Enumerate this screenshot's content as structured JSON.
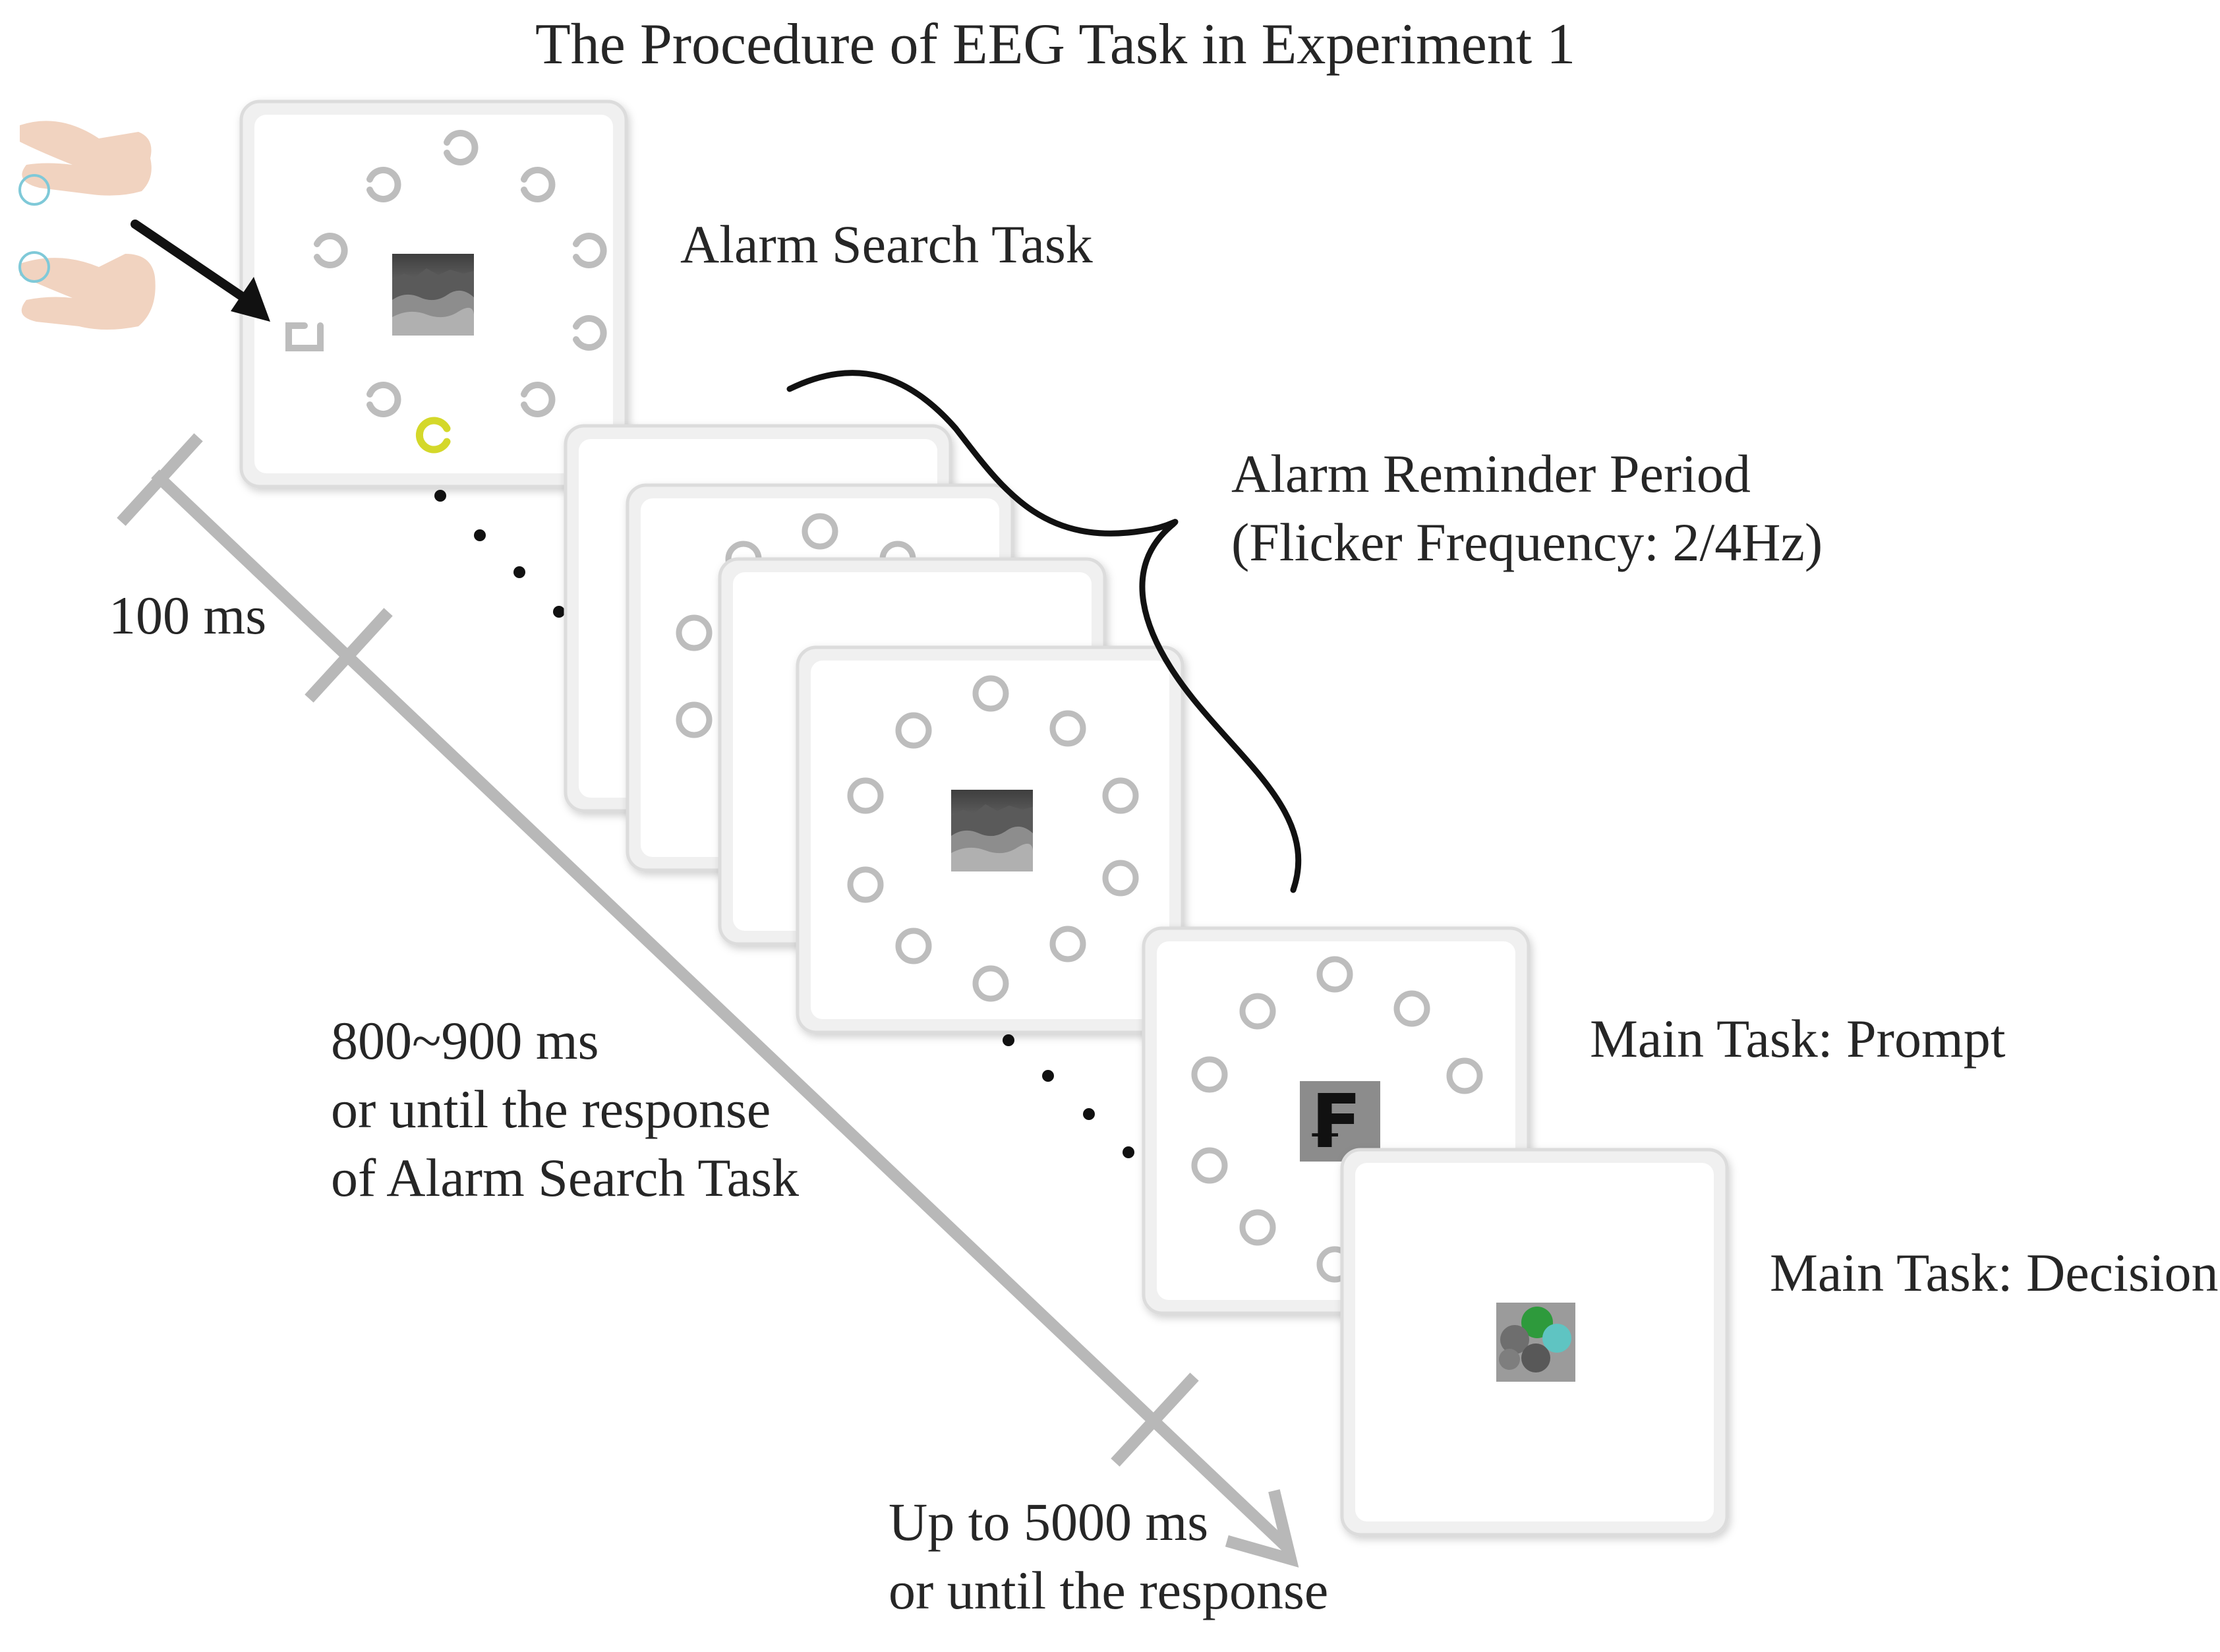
{
  "title": "The Procedure of EEG Task in Experiment 1",
  "labels": {
    "alarm_search": "Alarm Search Task",
    "reminder_line1": "Alarm Reminder Period",
    "reminder_line2": "(Flicker Frequency: 2/4Hz)",
    "prompt": "Main Task: Prompt",
    "decision": "Main Task: Decision"
  },
  "timeline": {
    "t1": "100 ms",
    "t2_line1": "800~900 ms",
    "t2_line2": "or until the response",
    "t2_line3": "of Alarm Search Task",
    "t3_line1": "Up to 5000 ms",
    "t3_line2": "or until the response"
  },
  "prompt_symbol": "₣",
  "icons": [
    "hand-icon",
    "arrow-icon",
    "landscape-image",
    "coin-buttons-image"
  ],
  "colors": {
    "target_ring": "#d4d82a",
    "ring": "#bdbdbd",
    "timeline": "#b8b8b8",
    "touch_circle": "#7fc9d8",
    "hand": "#f1d3c0"
  }
}
